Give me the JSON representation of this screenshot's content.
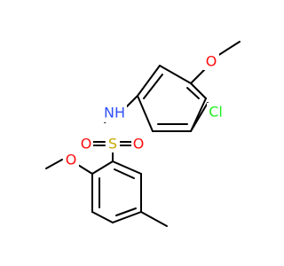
{
  "atoms": {
    "o_methoxy_top": {
      "text": "O",
      "color": "#ff0d0d"
    },
    "cl": {
      "text": "Cl",
      "color": "#1ff01f"
    },
    "nh": {
      "text": "NH",
      "color": "#3050f8"
    },
    "s": {
      "text": "S",
      "color": "#c8a800"
    },
    "o_sulfonyl_left": {
      "text": "O",
      "color": "#ff0d0d"
    },
    "o_sulfonyl_right": {
      "text": "O",
      "color": "#ff0d0d"
    },
    "o_methoxy_bottom": {
      "text": "O",
      "color": "#ff0d0d"
    }
  }
}
